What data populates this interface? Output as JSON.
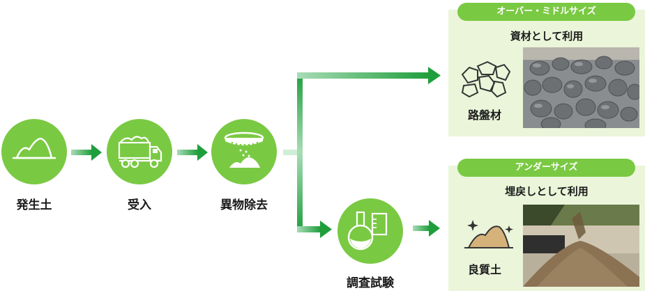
{
  "steps": {
    "generated_soil": "発生土",
    "acceptance": "受入",
    "foreign_removal": "異物除去",
    "testing": "調査試験"
  },
  "oversize": {
    "badge": "オーバー・ミドルサイズ",
    "title": "資材として利用",
    "product": "路盤材"
  },
  "undersize": {
    "badge": "アンダーサイズ",
    "title": "埋戻しとして利用",
    "product": "良質土"
  },
  "colors": {
    "circle": "#7ac943",
    "panel": "#eaf5da",
    "arrow_dark": "#1f9e3c",
    "arrow_light": "#a8dcb6"
  }
}
